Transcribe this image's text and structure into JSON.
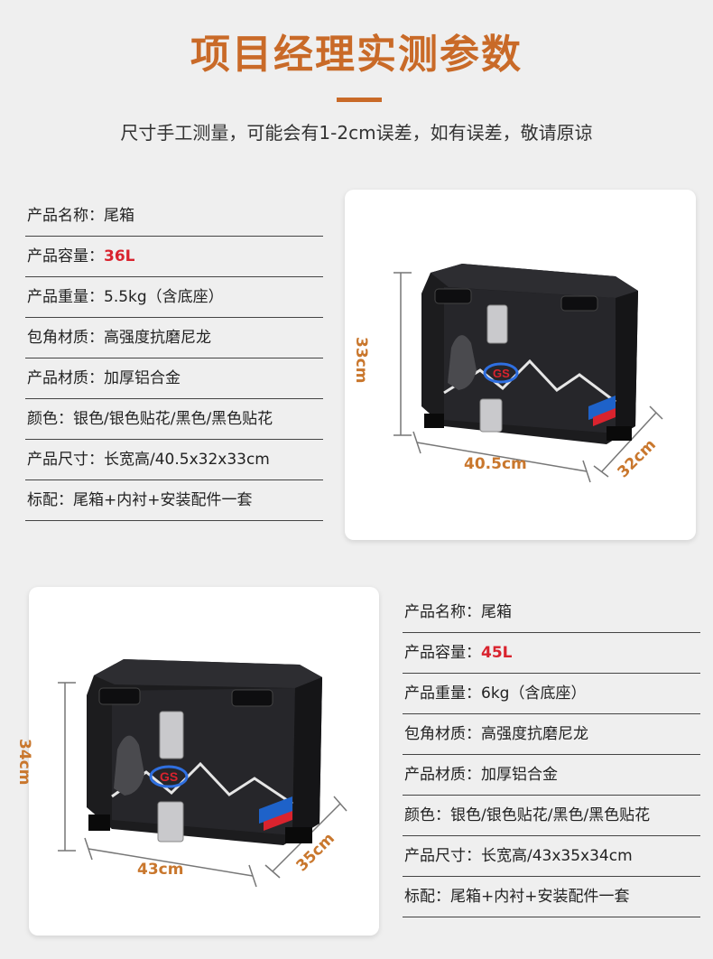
{
  "header": {
    "title": "项目经理实测参数",
    "subtitle": "尺寸手工测量，可能会有1-2cm误差，如有误差，敬请原谅"
  },
  "product_36": {
    "specs": [
      {
        "label": "产品名称：",
        "value": "尾箱"
      },
      {
        "label": "产品容量：",
        "value": "36L"
      },
      {
        "label": "产品重量：",
        "value": "5.5kg（含底座）"
      },
      {
        "label": "包角材质：",
        "value": "高强度抗磨尼龙"
      },
      {
        "label": "产品材质：",
        "value": "加厚铝合金"
      },
      {
        "label": "颜色：",
        "value": "银色/银色贴花/黑色/黑色贴花"
      },
      {
        "label": "产品尺寸：",
        "value": "长宽高/40.5x32x33cm"
      },
      {
        "label": "标配：",
        "value": "尾箱+内衬+安装配件一套"
      }
    ],
    "dimensions": {
      "height": "33cm",
      "length": "40.5cm",
      "width": "32cm"
    }
  },
  "product_45": {
    "specs": [
      {
        "label": "产品名称：",
        "value": "尾箱"
      },
      {
        "label": "产品容量：",
        "value": "45L"
      },
      {
        "label": "产品重量：",
        "value": "6kg（含底座）"
      },
      {
        "label": "包角材质：",
        "value": "高强度抗磨尼龙"
      },
      {
        "label": "产品材质：",
        "value": "加厚铝合金"
      },
      {
        "label": "颜色：",
        "value": "银色/银色贴花/黑色/黑色贴花"
      },
      {
        "label": "产品尺寸：",
        "value": "长宽高/43x35x34cm"
      },
      {
        "label": "标配：",
        "value": "尾箱+内衬+安装配件一套"
      }
    ],
    "dimensions": {
      "height": "34cm",
      "length": "43cm",
      "width": "35cm"
    }
  },
  "colors": {
    "accent": "#c96a28",
    "highlight": "#d9232e",
    "dimension": "#c9772d"
  }
}
